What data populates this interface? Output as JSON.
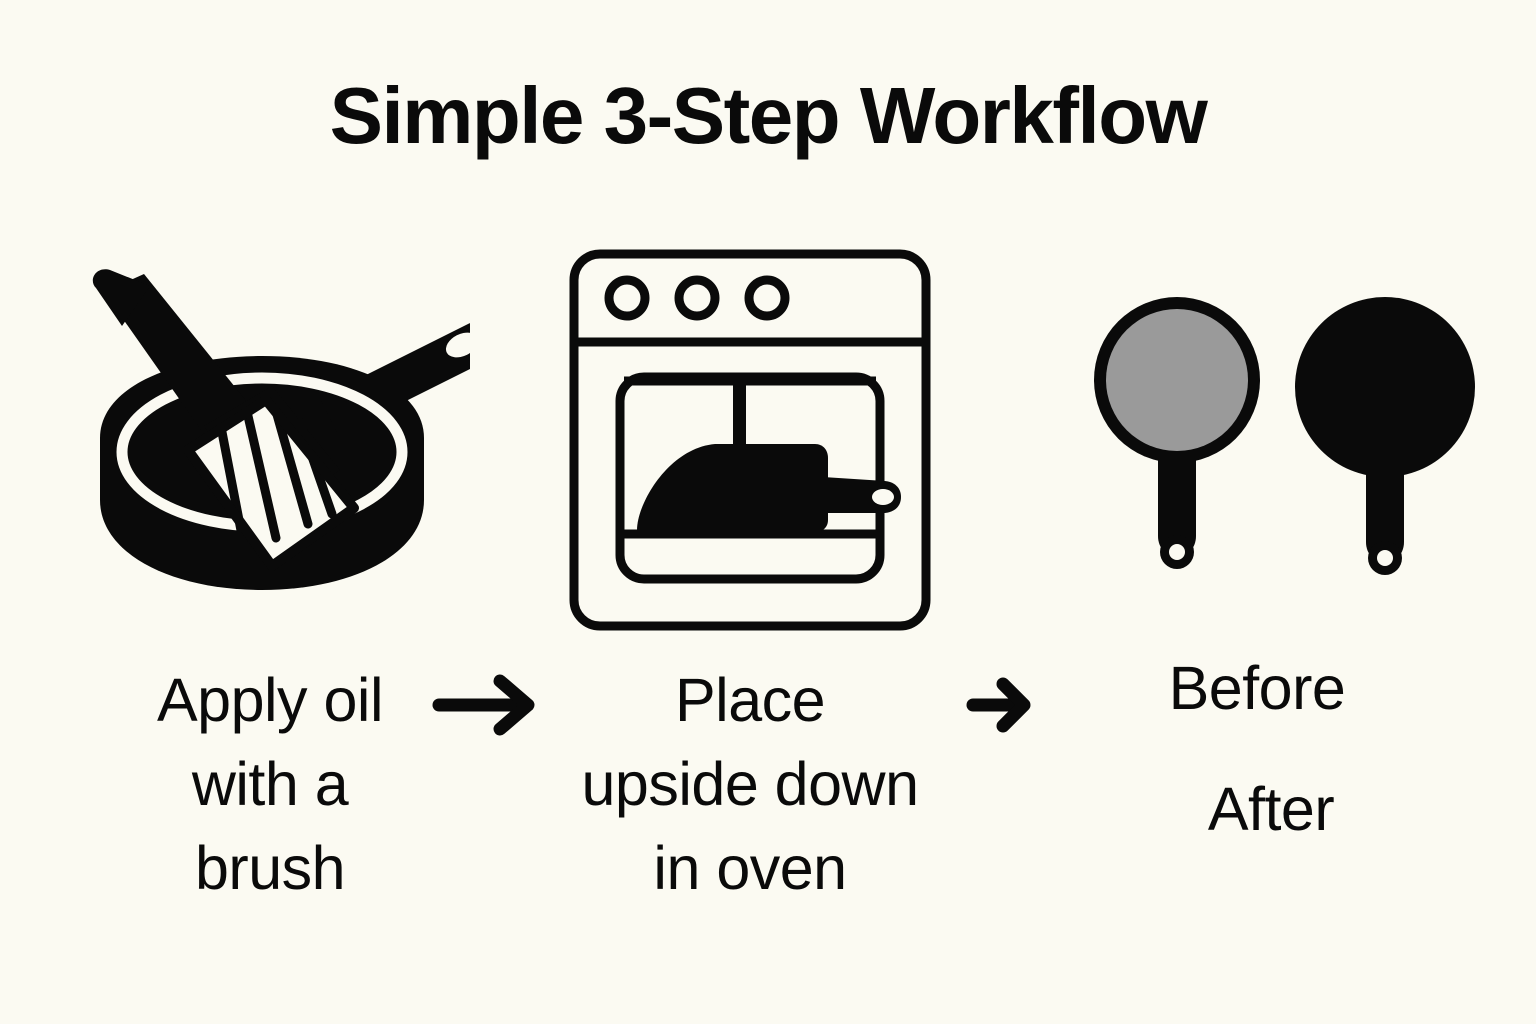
{
  "page": {
    "title": "Simple 3-Step Workflow",
    "background_color": "#fbfaf2",
    "ink_color": "#0a0a0a",
    "before_pan_fill": "#9a9a9a"
  },
  "steps": [
    {
      "icon": "skillet-with-basting-brush-icon",
      "caption_lines": [
        "Apply oil",
        "with a",
        "brush"
      ]
    },
    {
      "icon": "oven-with-upside-down-pan-icon",
      "caption_lines": [
        "Place",
        "upside down",
        "in oven"
      ]
    },
    {
      "icon": "two-pans-before-after-icon",
      "labels": {
        "before": "Before",
        "after": "After"
      }
    }
  ],
  "connectors": [
    {
      "name": "arrow-step1-to-step2",
      "glyph": "arrow-right-icon"
    },
    {
      "name": "arrow-step2-to-step3",
      "glyph": "arrow-right-icon"
    }
  ]
}
